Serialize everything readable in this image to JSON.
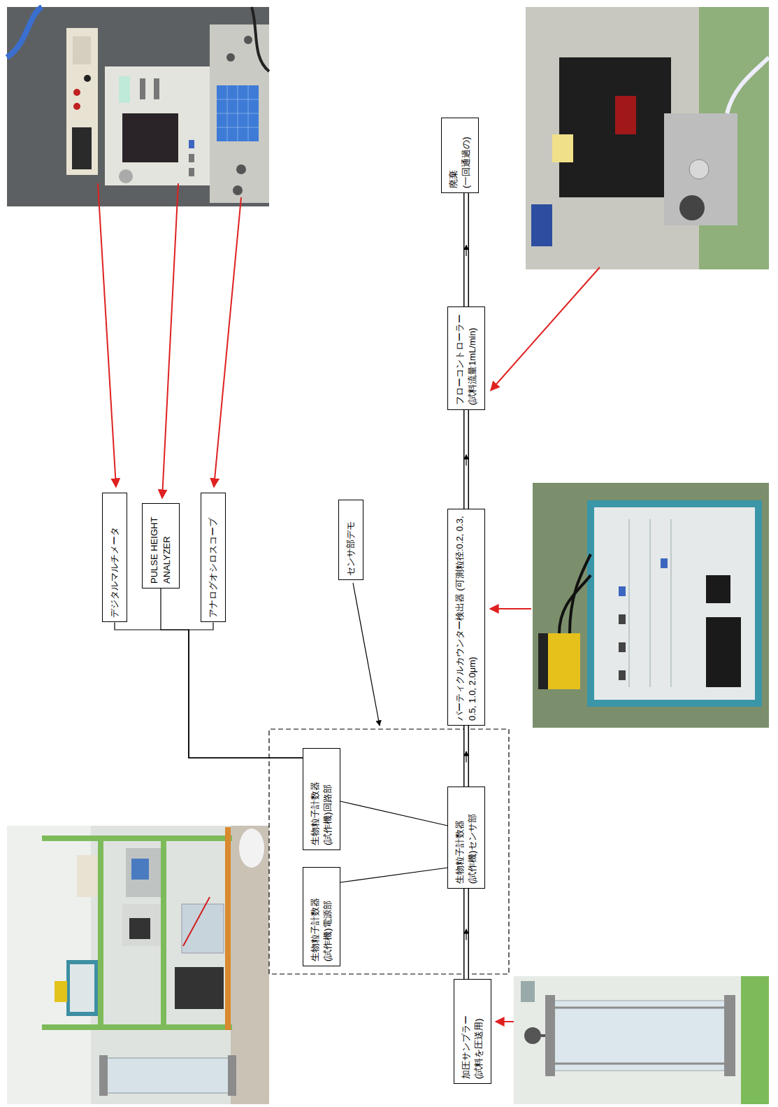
{
  "diagram": {
    "nodes": [
      {
        "text": [
          "デジタルマルチメータ"
        ]
      },
      {
        "text": [
          "PULSE HEIGHT ANALYZER"
        ]
      },
      {
        "text": [
          "アナログオシロスコープ"
        ]
      },
      {
        "text": [
          "センサ部デモ"
        ]
      },
      {
        "text": [
          "生物粒子計数器 (試作機)電源部"
        ]
      },
      {
        "text": [
          "生物粒子計数器 (試作機)回路部"
        ]
      },
      {
        "text": [
          "加圧サンプラー (試料を圧送用)"
        ]
      },
      {
        "text": [
          "生物粒子計数器 (試作機)センサ部"
        ]
      },
      {
        "text": [
          "パーティクルカウンター検出器 (可測粒径:0.2, 0.3, 0.5, 1.0, 2.0μm)"
        ]
      },
      {
        "text": [
          "フローコントローラー (試料流量1mL/min)"
        ]
      },
      {
        "text": [
          "廃棄 (一回通過の)"
        ]
      }
    ],
    "edges": [
      {
        "from": 6,
        "to": 7,
        "arrow": "to"
      },
      {
        "from": 7,
        "to": 8,
        "arrow": "to"
      },
      {
        "from": 8,
        "to": 9,
        "arrow": "to"
      },
      {
        "from": 9,
        "to": 10,
        "arrow": "to"
      },
      {
        "from": 4,
        "to": 7,
        "arrow": "none"
      },
      {
        "from": 5,
        "to": 7,
        "arrow": "none"
      },
      {
        "from": 5,
        "to": 0,
        "arrow": "none"
      },
      {
        "from": 5,
        "to": 1,
        "arrow": "none"
      },
      {
        "from": 5,
        "to": 2,
        "arrow": "none"
      }
    ]
  }
}
